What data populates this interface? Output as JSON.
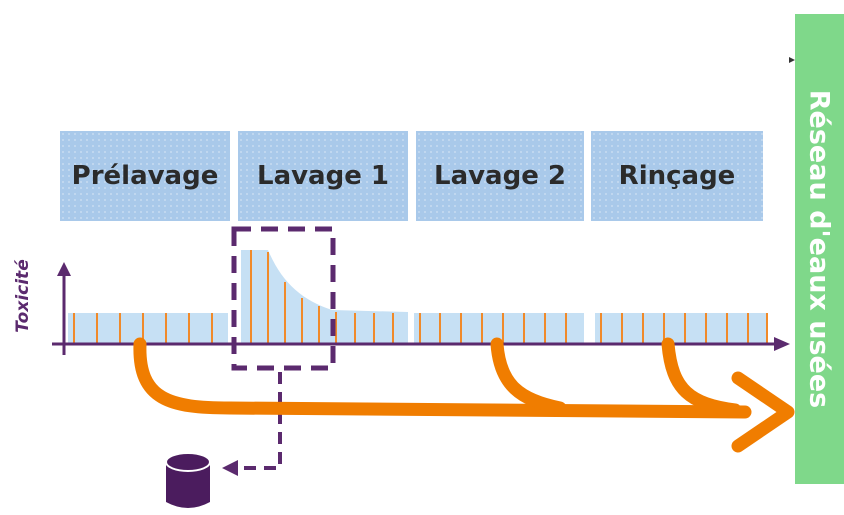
{
  "phases": {
    "prelavage": "Prélavage",
    "lavage1": "Lavage 1",
    "lavage2": "Lavage 2",
    "rincage": "Rinçage"
  },
  "axis": {
    "y_label": "Toxicité"
  },
  "destination": {
    "label": "Réseau d'eaux usées"
  },
  "icons": [
    "storage-cylinder-icon",
    "arrow-left-icon"
  ],
  "colors": {
    "phase_fill": "#a9c9ea",
    "toxicity_fill": "#c6e0f4",
    "tick": "#f08a2a",
    "axis": "#5b2a6e",
    "flow_arrow": "#f07d00",
    "destination": "#7fd88a"
  }
}
